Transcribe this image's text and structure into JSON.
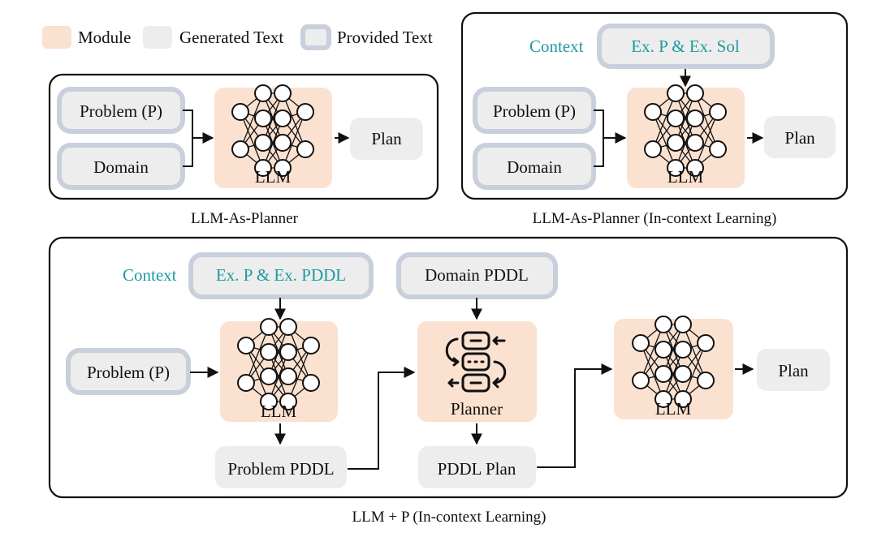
{
  "legend": {
    "module": "Module",
    "generated": "Generated Text",
    "provided": "Provided Text"
  },
  "panel1": {
    "problem": "Problem (P)",
    "domain": "Domain",
    "llm": "LLM",
    "plan": "Plan",
    "caption": "LLM-As-Planner"
  },
  "panel2": {
    "context_label": "Context",
    "context": "Ex. P & Ex. Sol",
    "problem": "Problem (P)",
    "domain": "Domain",
    "llm": "LLM",
    "plan": "Plan",
    "caption": "LLM-As-Planner (In-context Learning)"
  },
  "panel3": {
    "context_label": "Context",
    "context": "Ex. P & Ex. PDDL",
    "domain_pddl": "Domain PDDL",
    "problem": "Problem (P)",
    "llm1": "LLM",
    "problem_pddl": "Problem PDDL",
    "planner": "Planner",
    "pddl_plan": "PDDL Plan",
    "llm2": "LLM",
    "plan": "Plan",
    "caption": "LLM + P (In-context Learning)"
  },
  "colors": {
    "module_fill": "#fbe1cf",
    "generated_fill": "#ededed",
    "provided_border": "#c9cfdc",
    "context_text": "#1e9aa0"
  }
}
